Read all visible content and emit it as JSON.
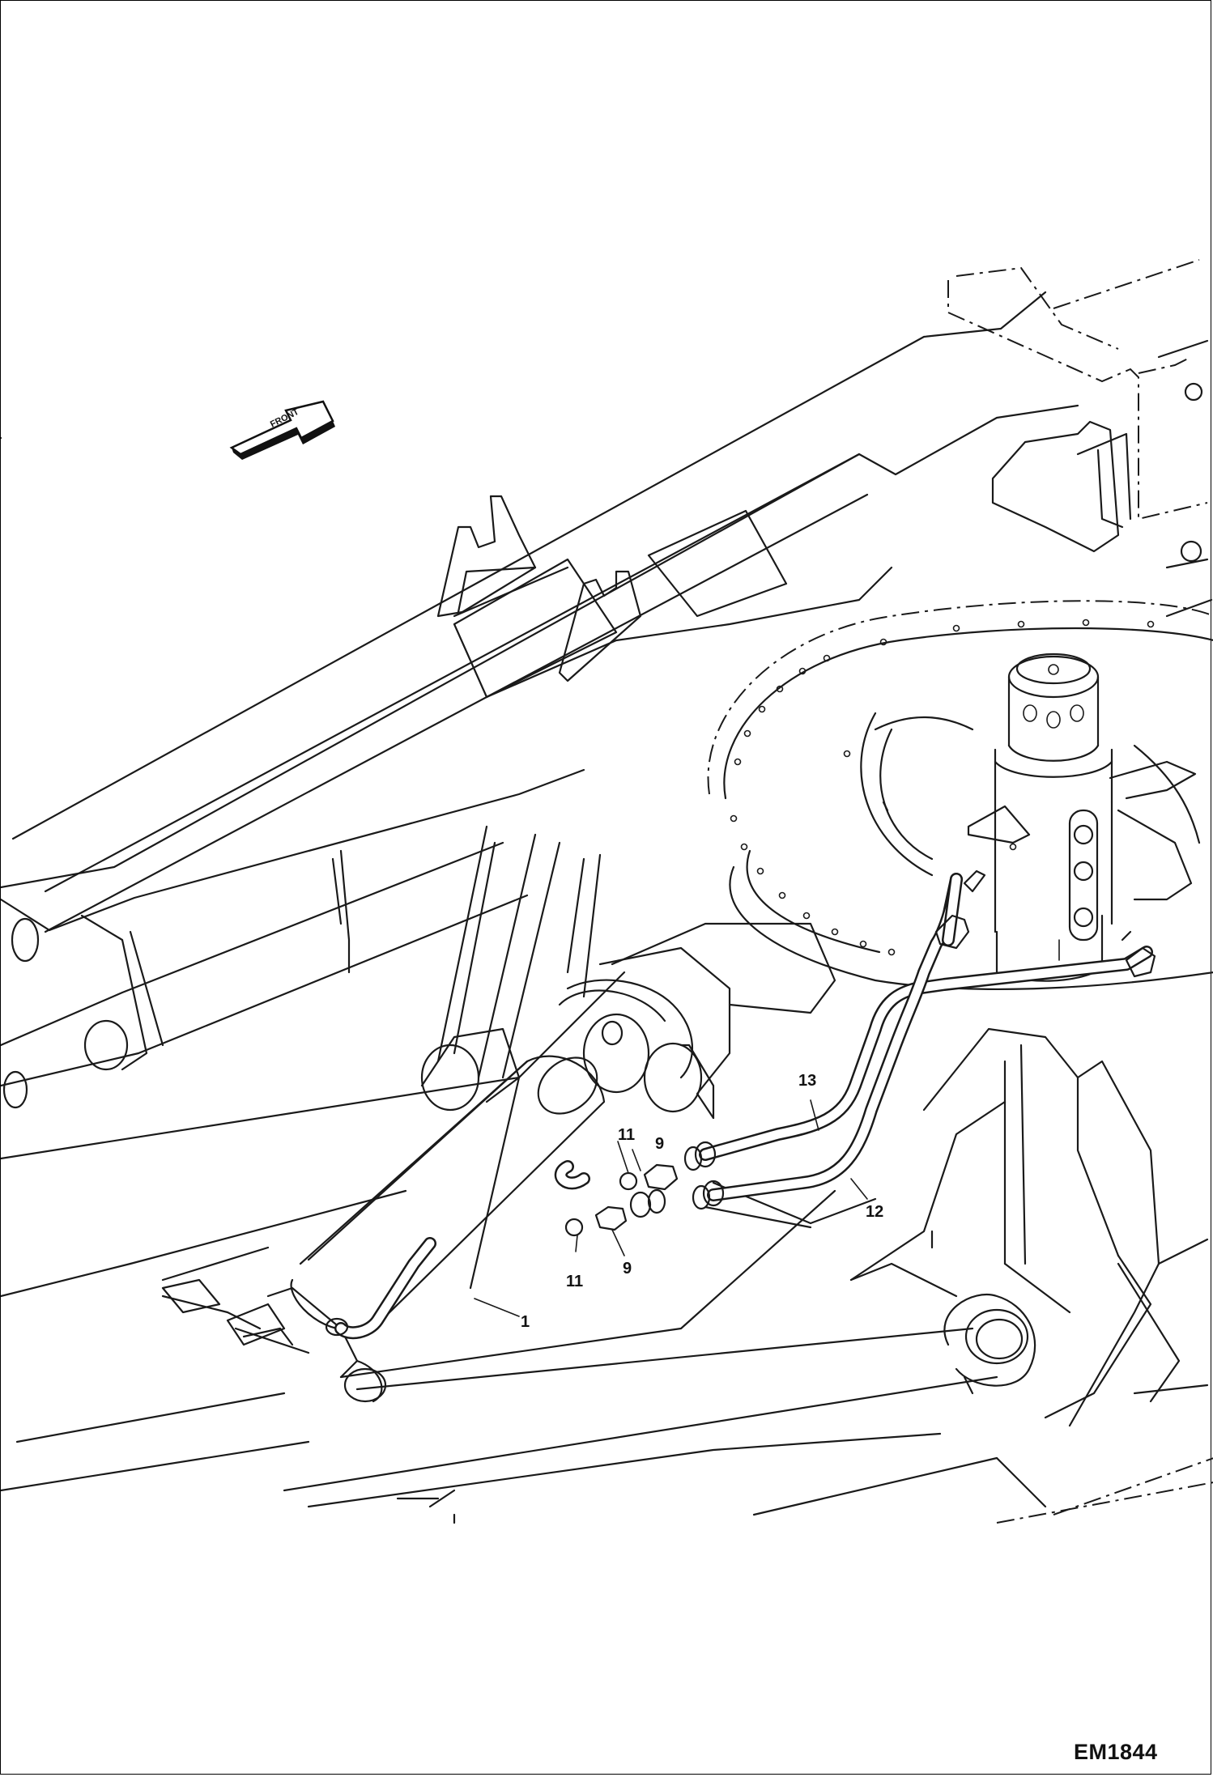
{
  "figure_code": "EM1844",
  "direction_label": "FRONT",
  "callouts": [
    {
      "id": "c1",
      "text": "1"
    },
    {
      "id": "c9a",
      "text": "9"
    },
    {
      "id": "c9b",
      "text": "9"
    },
    {
      "id": "c11a",
      "text": "11"
    },
    {
      "id": "c11b",
      "text": "11"
    },
    {
      "id": "c12",
      "text": "12"
    },
    {
      "id": "c13",
      "text": "13"
    }
  ]
}
